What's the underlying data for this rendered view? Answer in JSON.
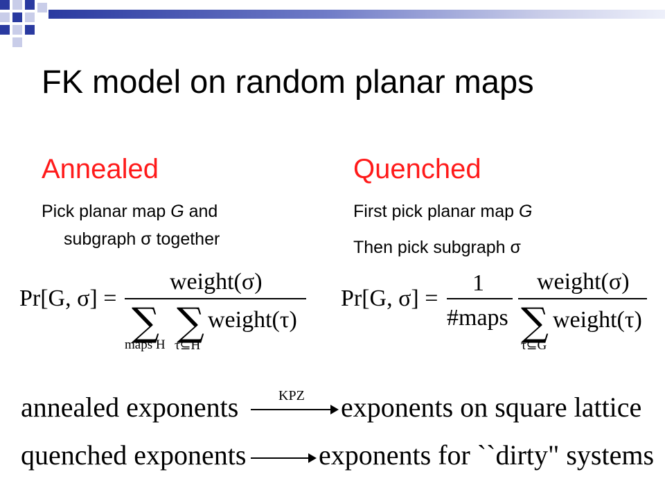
{
  "colors": {
    "heading_red": "#ff1a1a",
    "bar_dark": "#2a3aa0",
    "bar_light": "#eef0fa"
  },
  "title": "FK model on random planar maps",
  "annealed": {
    "heading": "Annealed",
    "line1": "Pick planar map ",
    "line1_var": "G",
    "line1_end": " and",
    "line2": "subgraph σ together",
    "formula": {
      "lhs": "Pr[G, σ] =",
      "numerator": "weight(σ)",
      "denominator": "weight(τ)",
      "sum1_sub": "maps H",
      "sum2_sub": "τ⊆H"
    }
  },
  "quenched": {
    "heading": "Quenched",
    "line1": "First pick planar map ",
    "line1_var": "G",
    "line2": "Then pick subgraph σ",
    "formula": {
      "lhs": "Pr[G, σ] =",
      "frac1_num": "1",
      "frac1_den": "#maps",
      "numerator": "weight(σ)",
      "denominator": "weight(τ)",
      "sum_sub": "τ⊆G"
    }
  },
  "bottom": {
    "row1_left": "annealed exponents",
    "row1_label": "KPZ",
    "row1_right": "exponents on square lattice",
    "row2_left": "quenched exponents",
    "row2_right": "exponents for ``dirty\" systems"
  }
}
